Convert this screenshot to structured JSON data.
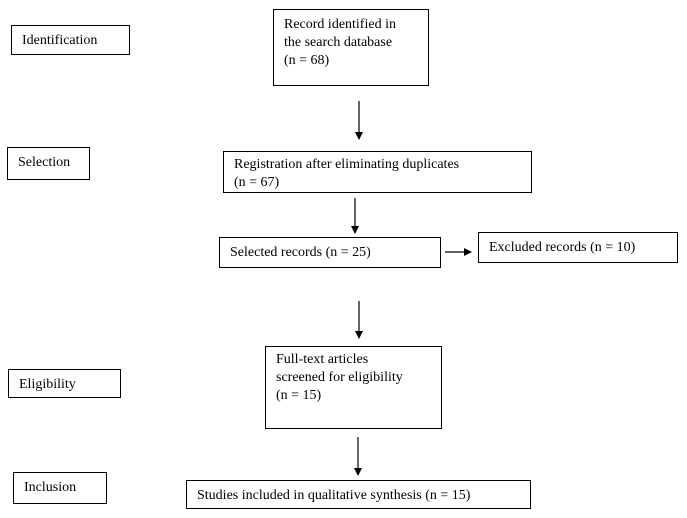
{
  "stages": {
    "identification": "Identification",
    "selection": "Selection",
    "eligibility": "Eligibility",
    "inclusion": "Inclusion"
  },
  "boxes": {
    "identified": [
      "Record identified in",
      "the search database",
      "(n = 68)"
    ],
    "registration": [
      "Registration after eliminating duplicates",
      "(n = 67)"
    ],
    "selected": [
      "Selected records (n = 25)"
    ],
    "excluded": [
      "Excluded records (n = 10)"
    ],
    "fulltext": [
      "Full-text articles",
      "screened for eligibility",
      "(n = 15)"
    ],
    "included": [
      "Studies included in qualitative synthesis (n = 15)"
    ]
  }
}
